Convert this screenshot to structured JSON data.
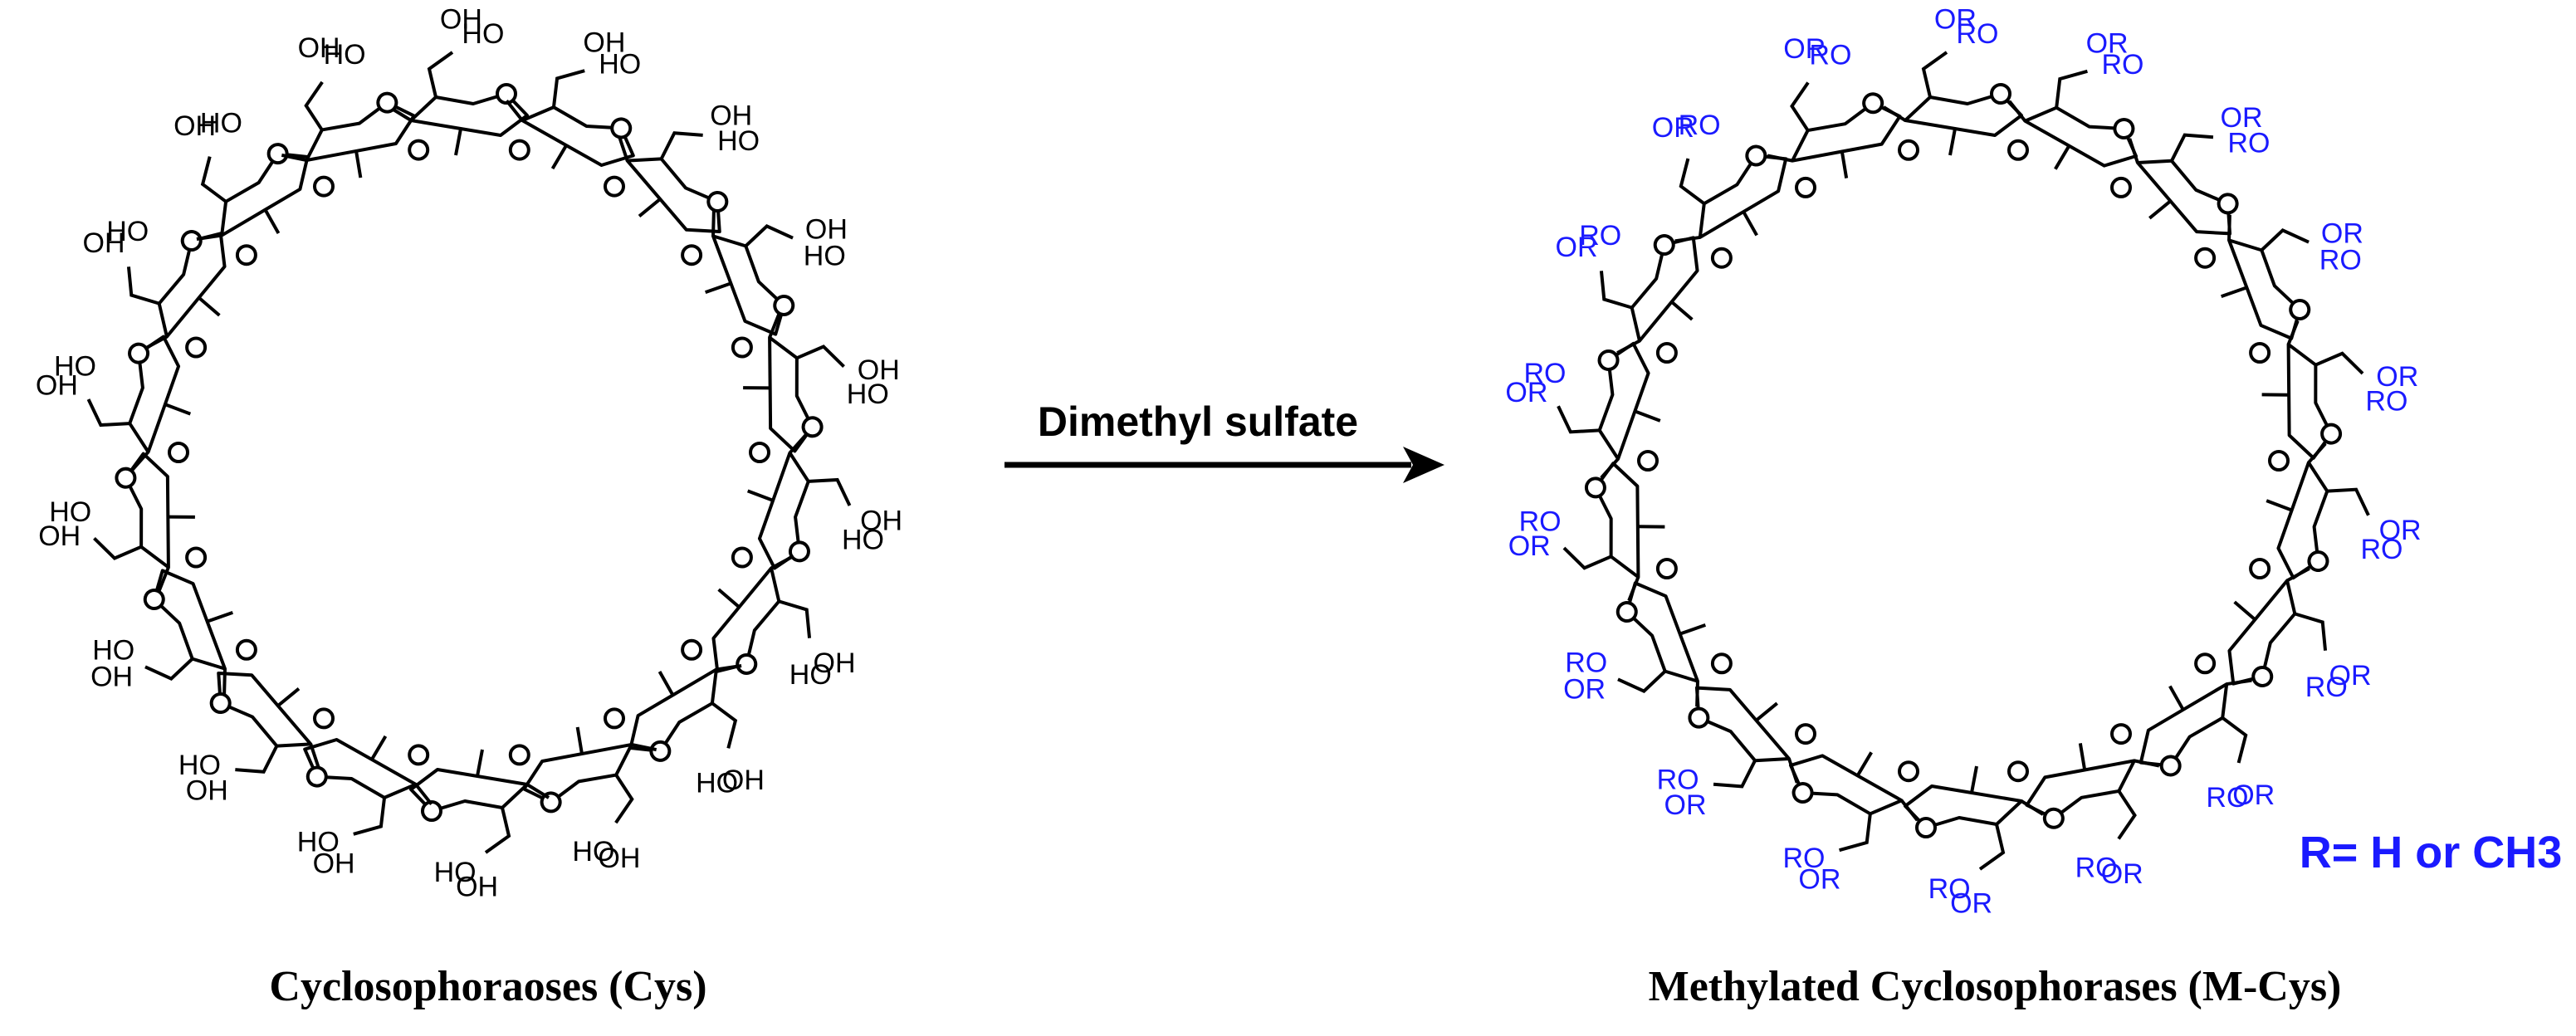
{
  "reaction": {
    "reagent": "Dimethyl sulfate"
  },
  "left": {
    "caption": "Cyclosophoraoses (Cys)",
    "substituent": "HO",
    "substituent_alt": "OH",
    "ring_oxygen": "O",
    "bond_color": "#000000",
    "label_color": "#000000"
  },
  "right": {
    "caption": "Methylated Cyclosophorases (M-Cys)",
    "substituent": "RO",
    "substituent_alt": "OR",
    "ring_oxygen": "O",
    "note": "R= H or CH3",
    "bond_color": "#000000",
    "label_color": "#1a1aff"
  },
  "colors": {
    "text": "#000000",
    "accent_blue": "#1a1aff"
  }
}
